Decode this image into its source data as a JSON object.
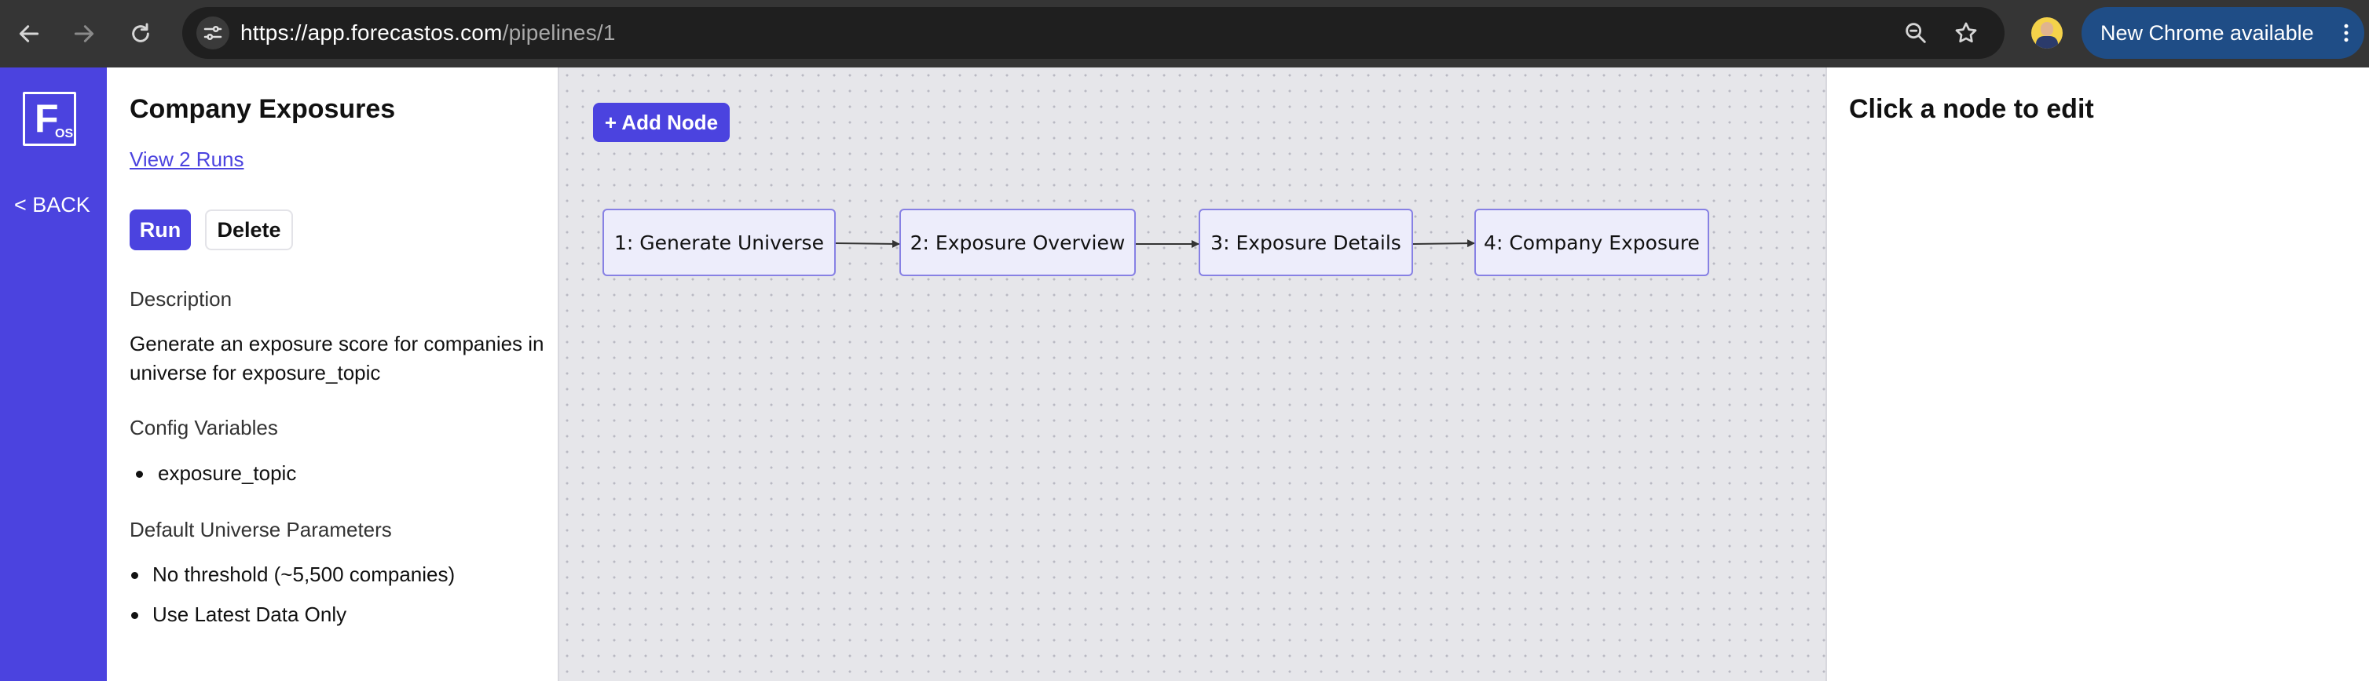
{
  "browser": {
    "url_host": "https://app.forecastos.com",
    "url_path": "/pipelines/1",
    "update_label": "New Chrome available",
    "icons": [
      "back-arrow-icon",
      "forward-arrow-icon",
      "reload-icon",
      "site-settings-icon",
      "zoom-icon",
      "bookmark-star-icon",
      "profile-avatar-icon",
      "kebab-menu-icon"
    ]
  },
  "brand": {
    "logo_letter": "F",
    "logo_sub": "OS",
    "back_label": "< BACK",
    "color": "#4b43df"
  },
  "pipeline": {
    "title": "Company Exposures",
    "runs_link": "View 2 Runs",
    "run_button": "Run",
    "delete_button": "Delete",
    "description_heading": "Description",
    "description": "Generate an exposure score for companies in universe for exposure_topic",
    "config_heading": "Config Variables",
    "config_variables": [
      "exposure_topic"
    ],
    "universe_heading": "Default Universe Parameters",
    "universe_parameters": [
      "No threshold (~5,500 companies)",
      "Use Latest Data Only"
    ]
  },
  "canvas": {
    "add_node_label": "+ Add Node",
    "nodes": [
      {
        "label": "1: Generate Universe"
      },
      {
        "label": "2: Exposure Overview"
      },
      {
        "label": "3: Exposure Details"
      },
      {
        "label": "4: Company Exposure"
      }
    ]
  },
  "edit_panel": {
    "title": "Click a node to edit"
  }
}
